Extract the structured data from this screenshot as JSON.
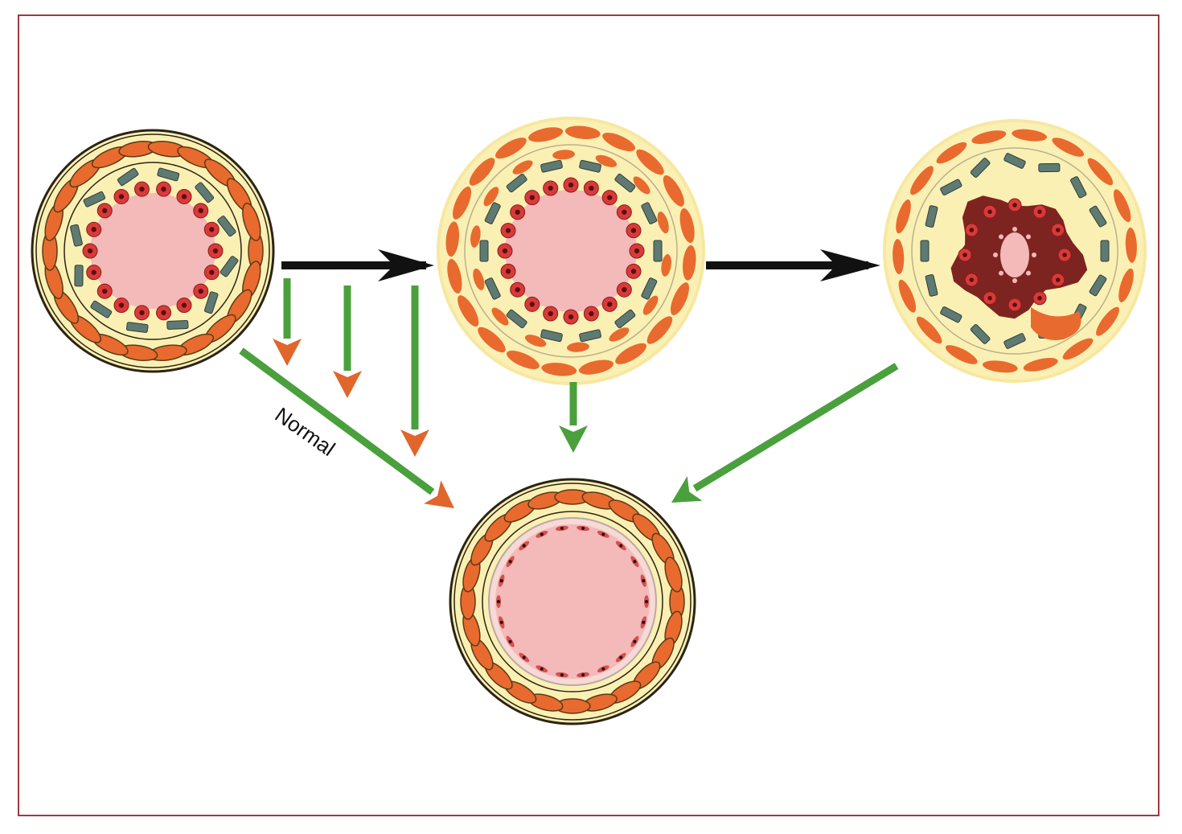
{
  "diagram": {
    "label_normal": "Normal"
  },
  "colors": {
    "frame_border": "#9b3a44",
    "lumen": "#f4b9b9",
    "wall_background": "#fbf0b4",
    "smooth_muscle": "#e96a2e",
    "smooth_muscle_outline": "#5a3b17",
    "endothelial_cell": "#d83a3a",
    "cell_nucleus": "#b01f1f",
    "fibroblast": "#5e7a72",
    "thrombus": "#7e2420",
    "progression_arrow": "#111111",
    "resolution_arrow": "#4aa03c",
    "arrow_tip_accent": "#e0662c"
  },
  "stages": [
    {
      "id": "normal-vessel",
      "description_icon": "vessel-cross-section-normal"
    },
    {
      "id": "early-remodeling-vessel",
      "description_icon": "vessel-cross-section-remodeling"
    },
    {
      "id": "occluded-vessel",
      "description_icon": "vessel-cross-section-occluded"
    },
    {
      "id": "recovered-vessel",
      "description_icon": "vessel-cross-section-recovered"
    }
  ]
}
